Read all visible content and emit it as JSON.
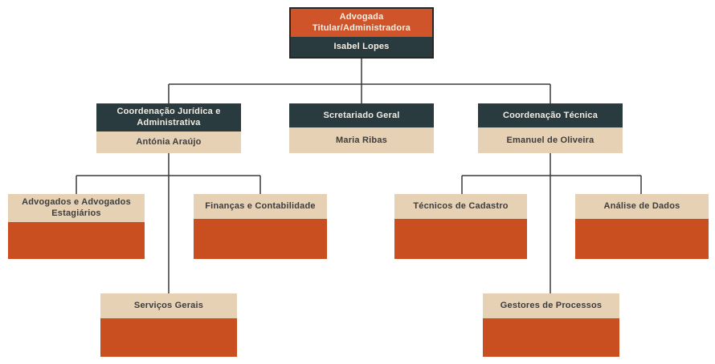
{
  "org_chart": {
    "root": {
      "title": "Advogada Titular/Administradora",
      "name": "Isabel Lopes"
    },
    "level2": [
      {
        "title": "Coordenação Jurídica e Administrativa",
        "name": "Antónia Araújo",
        "parent": "Advogada Titular/Administradora"
      },
      {
        "title": "Scretariado Geral",
        "name": "Maria Ribas",
        "parent": "Advogada Titular/Administradora"
      },
      {
        "title": "Coordenação Técnica",
        "name": "Emanuel de Oliveira",
        "parent": "Advogada Titular/Administradora"
      }
    ],
    "level3": [
      {
        "title": "Advogados e Advogados Estagiários",
        "parent": "Coordenação Jurídica e Administrativa"
      },
      {
        "title": "Finanças e Contabilidade",
        "parent": "Coordenação Jurídica e Administrativa"
      },
      {
        "title": "Técnicos de Cadastro",
        "parent": "Coordenação Técnica"
      },
      {
        "title": "Análise de Dados",
        "parent": "Coordenação Técnica"
      },
      {
        "title": "Serviços Gerais",
        "parent": "Coordenação Jurídica e Administrativa"
      },
      {
        "title": "Gestores de Processos",
        "parent": "Coordenação Técnica"
      }
    ],
    "colors": {
      "header_orange": "#d0542a",
      "body_orange": "#ca4f20",
      "dark_teal": "#2a3b40",
      "beige": "#e7d1b5",
      "connector_line": "#3a3a3a",
      "background": "#ffffff"
    }
  }
}
